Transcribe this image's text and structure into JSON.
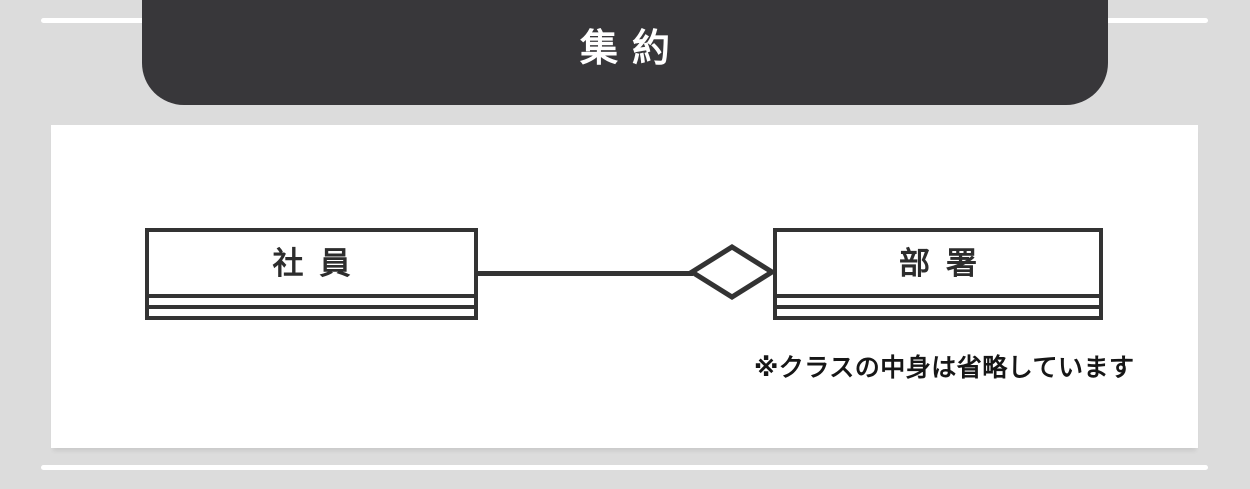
{
  "header": {
    "title": "集約"
  },
  "diagram": {
    "type": "uml-class-diagram",
    "relation": "aggregation",
    "classes": [
      {
        "name": "社員"
      },
      {
        "name": "部署"
      }
    ],
    "note": "※クラスの中身は省略しています"
  },
  "colors": {
    "background": "#dcdcdc",
    "header_background": "#38373a",
    "header_text": "#ffffff",
    "panel_background": "#ffffff",
    "line": "#333333",
    "note_text": "#161616"
  }
}
